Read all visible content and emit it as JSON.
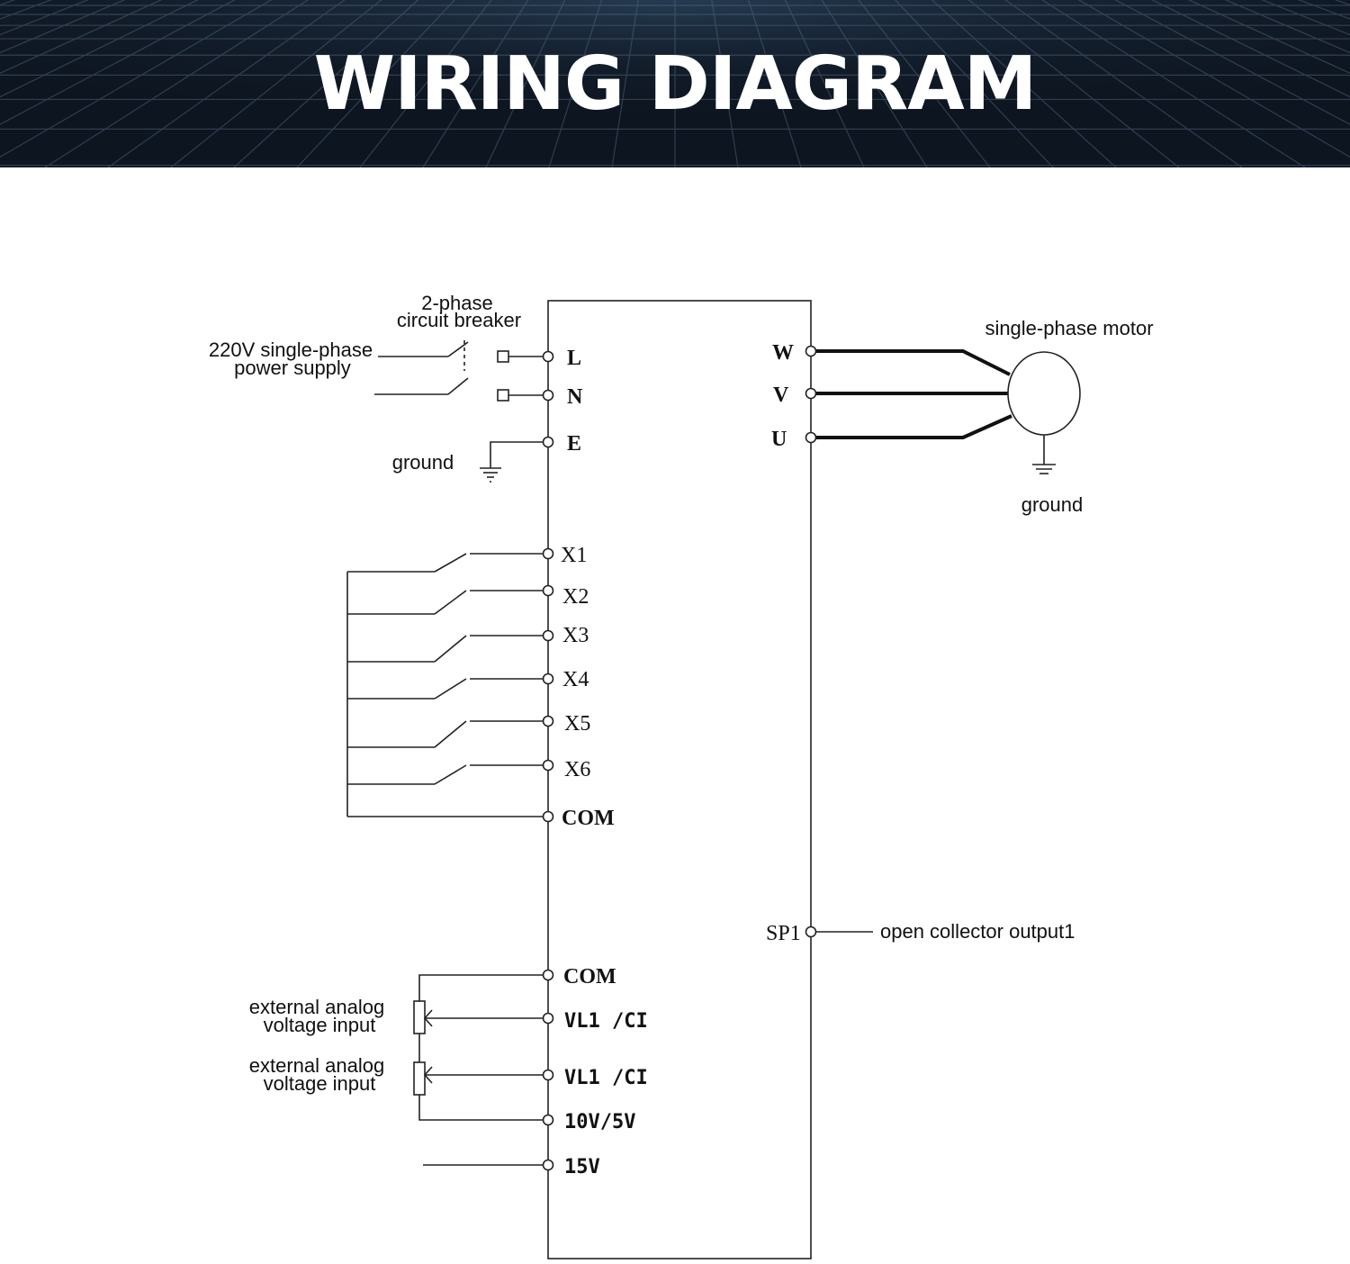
{
  "header": {
    "title": "WIRING DIAGRAM"
  },
  "diagram": {
    "breaker_label": [
      "2-phase",
      "circuit breaker"
    ],
    "power_label": [
      "220V single-phase",
      "power supply"
    ],
    "ground_label_left": "ground",
    "ground_label_right": "ground",
    "motor_label": "single-phase motor",
    "sp1_output_label": "open collector output1",
    "analog_label_1": [
      "external analog",
      "voltage input"
    ],
    "analog_label_2": [
      "external analog",
      "voltage input"
    ],
    "left_terminals": [
      "L",
      "N",
      "E",
      "X1",
      "X2",
      "X3",
      "X4",
      "X5",
      "X6",
      "COM",
      "COM",
      "VL1 /CI",
      "VL1 /CI",
      "10V/5V",
      "15V"
    ],
    "right_terminals": [
      "W",
      "V",
      "U",
      "SP1"
    ]
  },
  "colors": {
    "header_bg": "#0d1520",
    "header_text": "#ffffff",
    "line": "#222222"
  }
}
